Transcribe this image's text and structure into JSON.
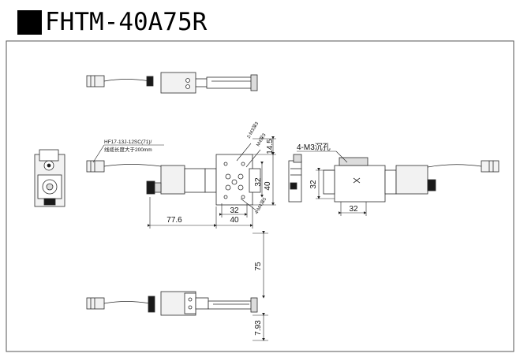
{
  "title": "FHTM-40A75R",
  "colors": {
    "line": "#2b2b2b",
    "fill_light": "#f2f2f2",
    "fill_mid": "#dcdcdc",
    "fill_dark": "#1a1a1a",
    "border": "#555555"
  },
  "annotations": {
    "cable_note_1": "HF17-13J-12SC(71)/",
    "cable_note_2": "线缆长度大于200mm",
    "hole_note_top_1": "2-M3深3",
    "hole_note_top_2": "M4深3",
    "hole_note_bottom": "4-M4深5",
    "sinking_holes": "4-M3沉孔"
  },
  "dimensions": {
    "offset_left": "77.6",
    "table_width": "40",
    "hole_span_x": "32",
    "height_top": "14.5",
    "hole_span_y": "32",
    "table_depth": "40",
    "side_hole_span": "32",
    "side_base_width": "32",
    "travel_height": "75",
    "bottom_height": "7.93"
  }
}
